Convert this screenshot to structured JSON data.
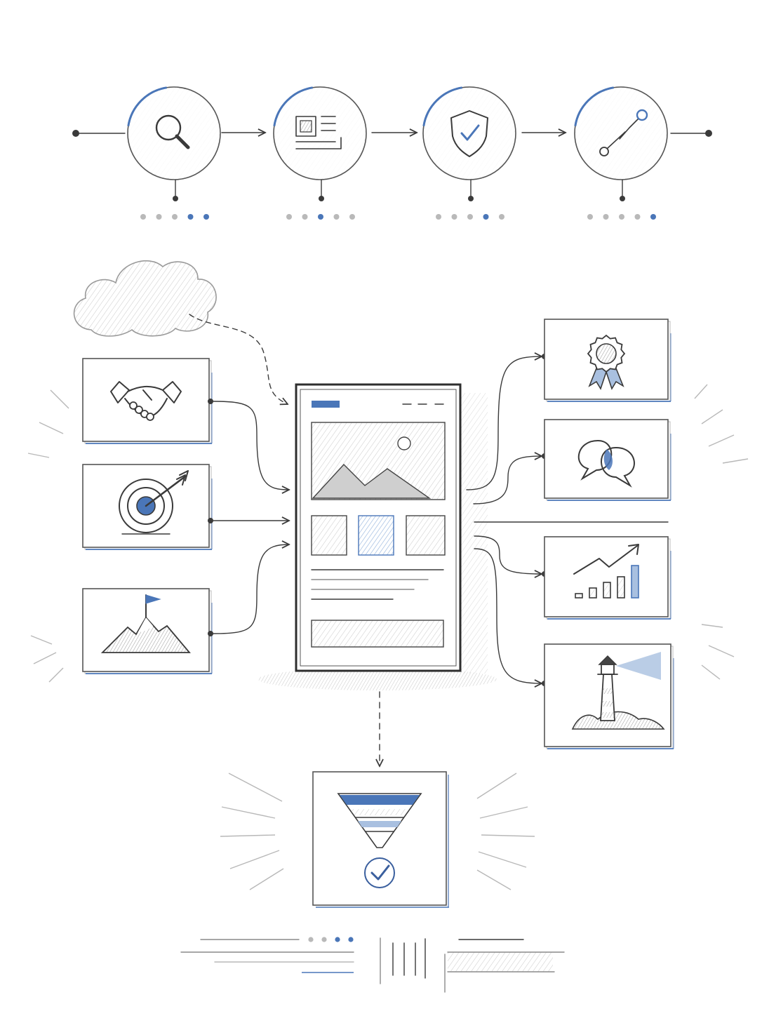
{
  "palette": {
    "ink": "#3a3a3a",
    "accent": "#4a76b8",
    "accent_light": "#a9c0e0",
    "dot_gray": "#b9b9b9",
    "paper": "#ffffff"
  },
  "process_steps": [
    {
      "icon": "magnifier-icon",
      "active_dot": 3
    },
    {
      "icon": "document-icon",
      "active_dot": 2
    },
    {
      "icon": "shield-check-icon",
      "active_dot": 3
    },
    {
      "icon": "connection-nodes-icon",
      "active_dot": 4
    }
  ],
  "process_dots_per_step": 5,
  "inputs": [
    {
      "icon": "handshake-icon"
    },
    {
      "icon": "target-arrow-icon"
    },
    {
      "icon": "mountain-flag-icon"
    }
  ],
  "outputs": [
    {
      "icon": "award-ribbon-icon"
    },
    {
      "icon": "chat-bubbles-icon"
    },
    {
      "icon": "bar-chart-growth-icon"
    },
    {
      "icon": "lighthouse-icon"
    }
  ],
  "source": {
    "icon": "cloud-icon"
  },
  "center": {
    "icon": "landing-page-wireframe"
  },
  "result": {
    "icon": "funnel-check-icon"
  },
  "footer": {
    "dots": 4,
    "active_dots": [
      3,
      4
    ]
  }
}
